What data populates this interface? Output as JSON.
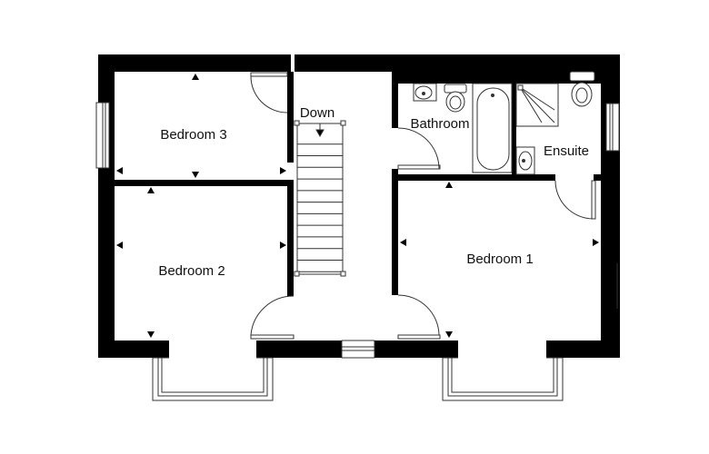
{
  "rooms": {
    "bedroom3": "Bedroom 3",
    "bedroom2": "Bedroom 2",
    "bedroom1": "Bedroom 1",
    "bathroom": "Bathroom",
    "ensuite": "Ensuite"
  },
  "stairs": {
    "label": "Down",
    "treads": 12
  },
  "colors": {
    "wall": "#000000",
    "line": "#333333",
    "background": "#ffffff"
  },
  "icons": {
    "door": "door-swing-icon",
    "window": "window-icon",
    "toilet": "toilet-icon",
    "basin": "basin-icon",
    "bath": "bathtub-icon",
    "shower": "shower-tray-icon",
    "dimension": "dimension-arrow-icon"
  }
}
